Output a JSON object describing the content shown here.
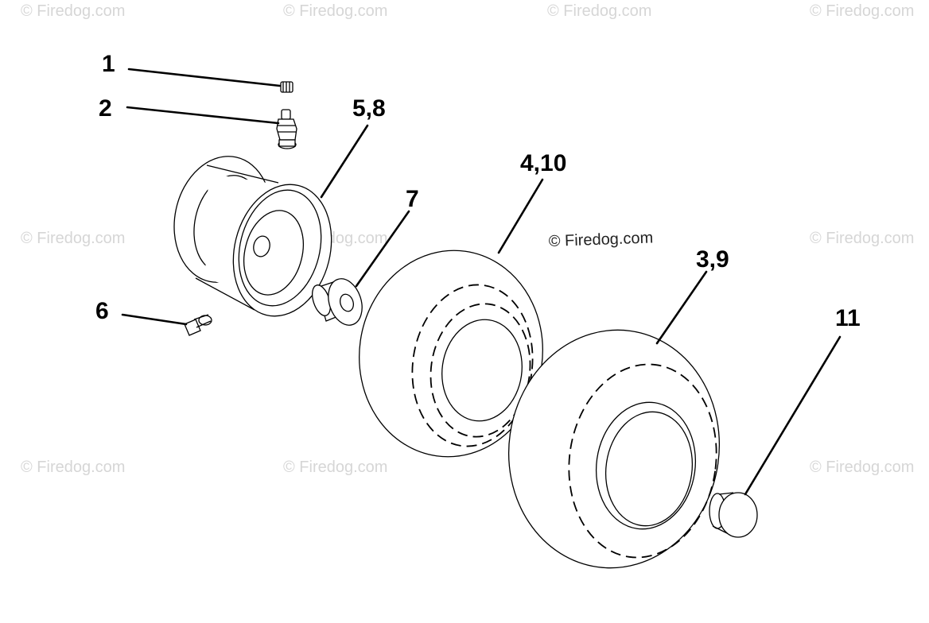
{
  "watermark": "© Firedog.com",
  "callouts": {
    "c1": "1",
    "c2": "2",
    "c3": "3,9",
    "c4": "4,10",
    "c5": "5,8",
    "c6": "6",
    "c7": "7",
    "c11": "11"
  }
}
